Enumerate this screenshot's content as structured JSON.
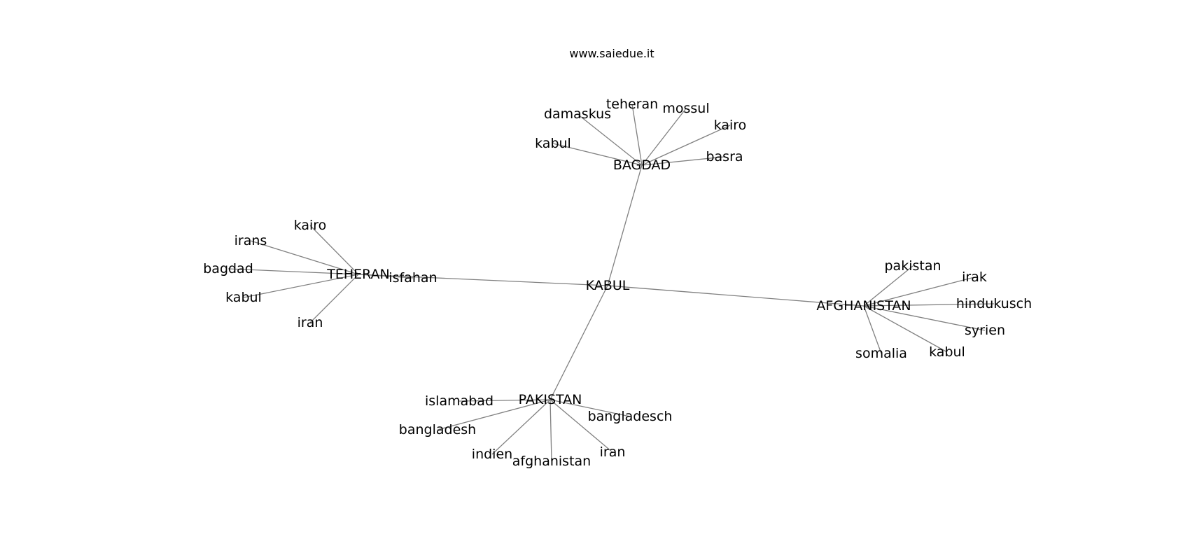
{
  "watermark": "www.saiedue.it",
  "graph": {
    "center": {
      "id": "kabul_center",
      "label": "KABUL"
    },
    "hubs": [
      {
        "id": "bagdad",
        "label": "BAGDAD",
        "leaves": [
          "kabul",
          "damaskus",
          "teheran",
          "mossul",
          "kairo",
          "basra"
        ]
      },
      {
        "id": "teheran_hub",
        "label": "TEHERAN",
        "leaves": [
          "kairo",
          "irans",
          "bagdad",
          "kabul",
          "iran",
          "isfahan"
        ]
      },
      {
        "id": "afghanistan",
        "label": "AFGHANISTAN",
        "leaves": [
          "pakistan",
          "irak",
          "hindukusch",
          "syrien",
          "kabul",
          "somalia"
        ]
      },
      {
        "id": "pakistan_hub",
        "label": "PAKISTAN",
        "leaves": [
          "islamabad",
          "bangladesh",
          "indien",
          "afghanistan",
          "iran",
          "bangladesch"
        ]
      }
    ]
  }
}
